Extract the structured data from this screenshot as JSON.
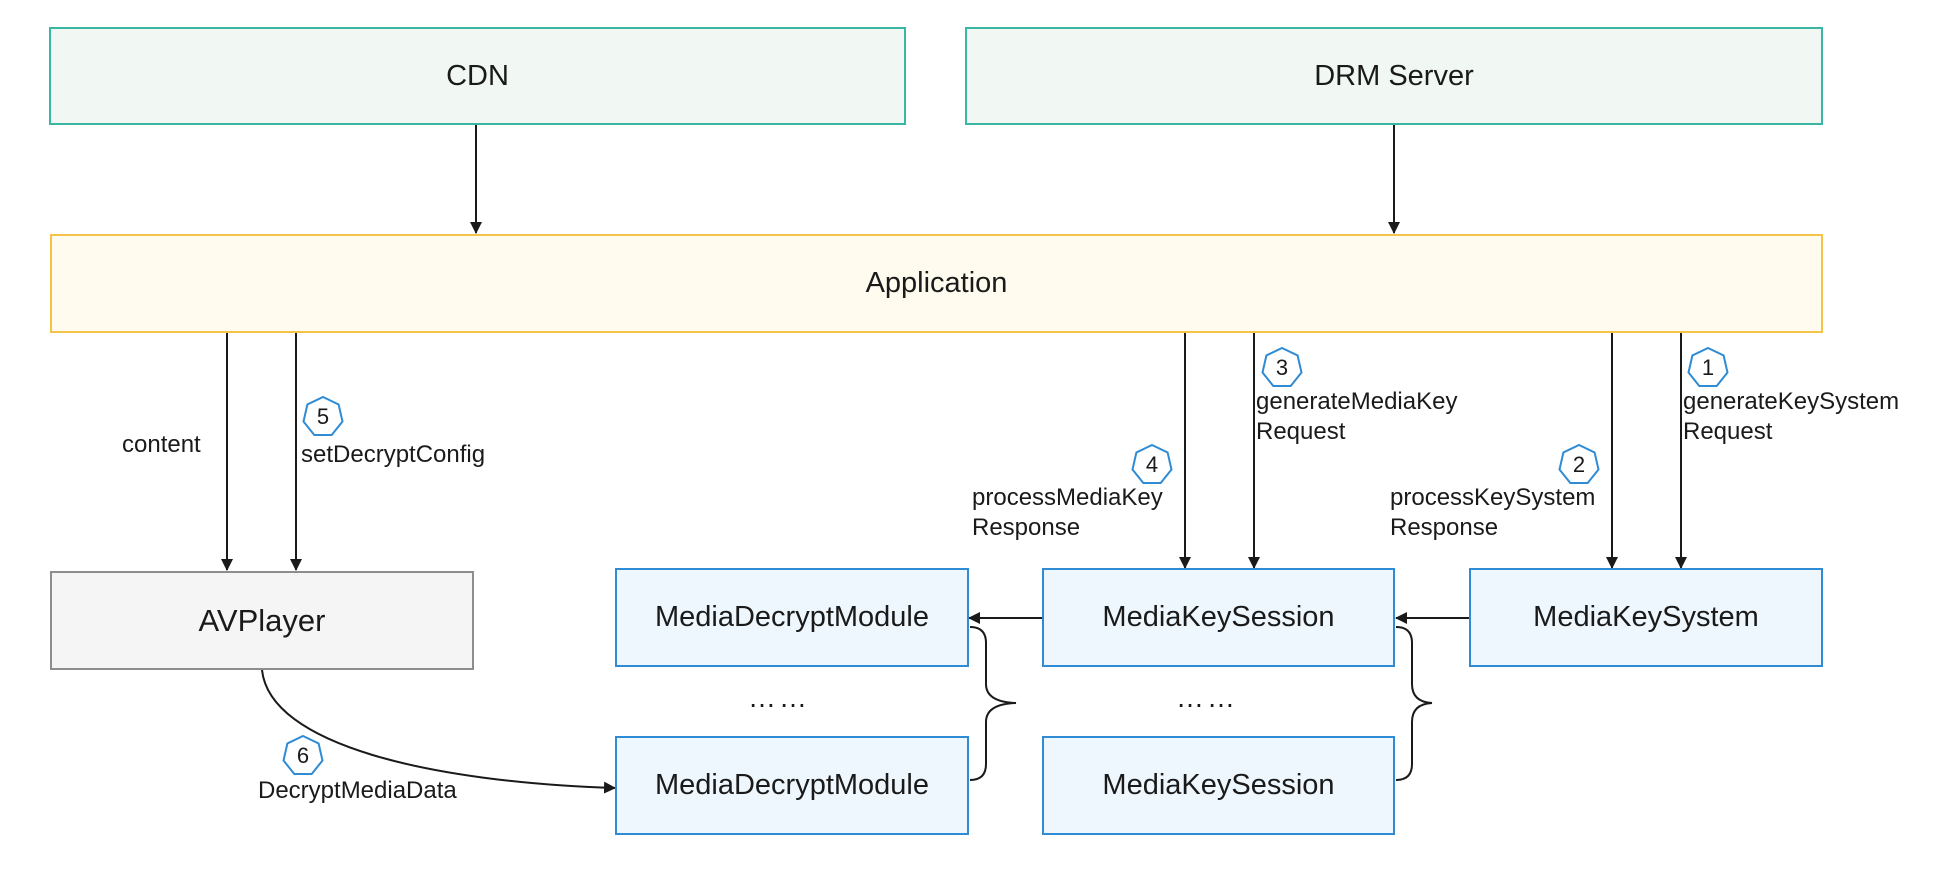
{
  "nodes": {
    "cdn": "CDN",
    "drm_server": "DRM Server",
    "application": "Application",
    "avplayer": "AVPlayer",
    "media_decrypt_module_1": "MediaDecryptModule",
    "media_decrypt_module_2": "MediaDecryptModule",
    "media_key_session_1": "MediaKeySession",
    "media_key_session_2": "MediaKeySession",
    "media_key_system": "MediaKeySystem",
    "ellipsis": "……"
  },
  "edges": {
    "content": "content",
    "set_decrypt_config": "setDecryptConfig",
    "generate_media_key_request": "generateMediaKey\nRequest",
    "process_media_key_response": "processMediaKey\nResponse",
    "generate_key_system_request": "generateKeySystem\nRequest",
    "process_key_system_response": "processKeySystem\nResponse",
    "decrypt_media_data": "DecryptMediaData"
  },
  "steps": {
    "s1": "1",
    "s2": "2",
    "s3": "3",
    "s4": "4",
    "s5": "5",
    "s6": "6"
  },
  "colors": {
    "green_border": "#3ab7a3",
    "yellow_border": "#f3c34a",
    "blue_border": "#2f8bd4",
    "gray_border": "#8d8d8d"
  }
}
